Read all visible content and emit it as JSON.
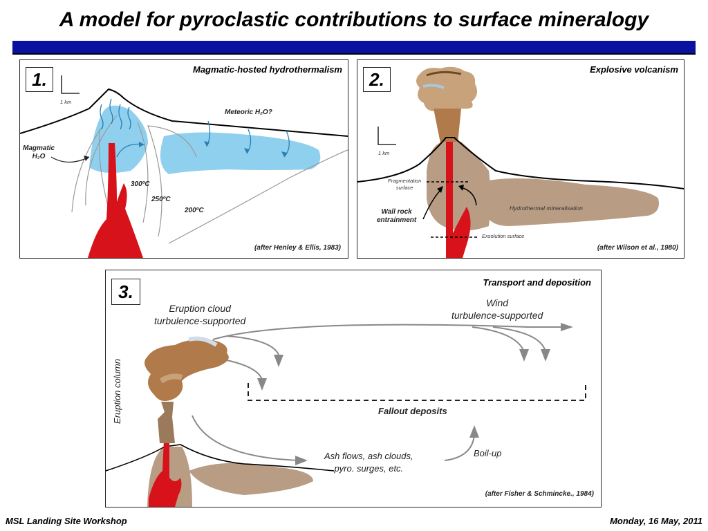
{
  "slide": {
    "title": "A model for pyroclastic contributions to surface mineralogy",
    "footer_left": "MSL Landing Site Workshop",
    "footer_right": "Monday, 16 May, 2011",
    "accent_color": "#0a11a0"
  },
  "panel1": {
    "number": "1.",
    "title": "Magmatic-hosted hydrothermalism",
    "scale": "1 km",
    "magmatic_water_line1": "Magmatic",
    "magmatic_water_line2": "H₂O",
    "meteoric": "Meteoric H₂O?",
    "iso300": "300ºC",
    "iso250": "250ºC",
    "iso200": "200ºC",
    "citation": "(after Henley & Ellis, 1983)"
  },
  "panel2": {
    "number": "2.",
    "title": "Explosive volcanism",
    "scale": "1 km",
    "fragmentation_line1": "Fragmentation",
    "fragmentation_line2": "surface",
    "wall_rock_line1": "Wall rock",
    "wall_rock_line2": "entrainment",
    "hydrothermal": "Hydrothermal mineralisation",
    "exsolution": "Exsolution surface",
    "citation": "(after Wilson et al., 1980)"
  },
  "panel3": {
    "number": "3.",
    "title": "Transport and deposition",
    "eruption_cloud_line1": "Eruption cloud",
    "eruption_cloud_line2": "turbulence-supported",
    "wind_line1": "Wind",
    "wind_line2": "turbulence-supported",
    "eruption_column": "Eruption column",
    "fallout": "Fallout deposits",
    "ash_flows_line1": "Ash flows, ash clouds,",
    "ash_flows_line2": "pyro. surges, etc.",
    "boilup": "Boil-up",
    "citation": "(after Fisher & Schmincke., 1984)"
  }
}
